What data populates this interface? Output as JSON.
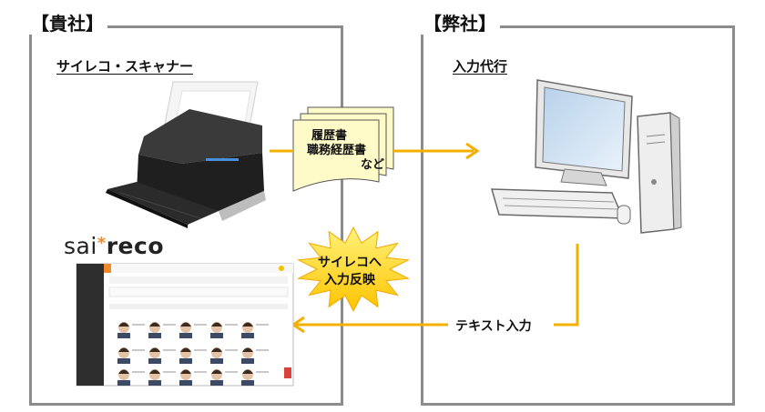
{
  "client": {
    "frame_title": "【貴社】",
    "scanner_label": "サイレコ・スキャナー",
    "logo": {
      "part1": "sai",
      "star": "*",
      "part2": "reco"
    }
  },
  "vendor": {
    "frame_title": "【弊社】",
    "input_label": "入力代行"
  },
  "documents": {
    "line1": "履歴書",
    "line2": "職務経歴書",
    "line3": "など"
  },
  "burst": {
    "line1": "サイレコへ",
    "line2": "入力反映"
  },
  "text_input_label": "テキスト入力",
  "colors": {
    "arrow": "#f4b000",
    "burst": "#ffd700",
    "paper": "#fffbc8",
    "frame": "#8c8c8c"
  }
}
